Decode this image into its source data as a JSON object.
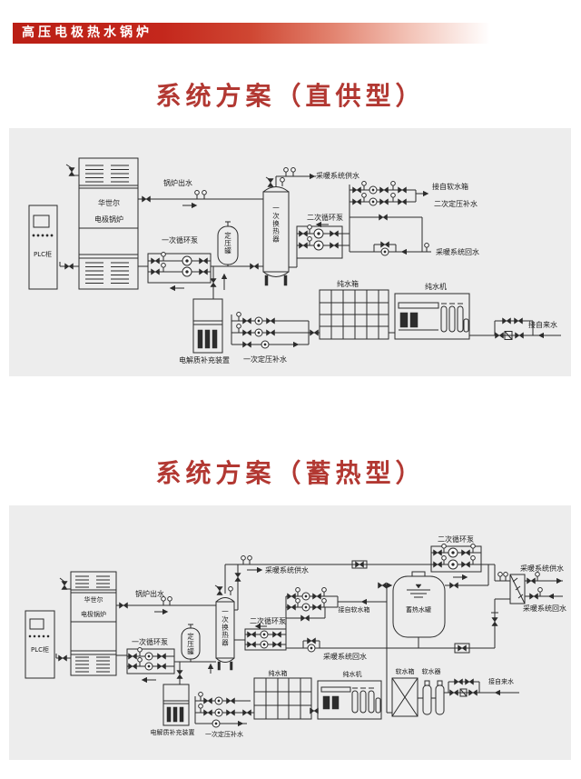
{
  "banner": {
    "title": "高压电极热水锅炉"
  },
  "direct": {
    "title": "系统方案（直供型）",
    "labels": {
      "plc": "PLC柜",
      "boiler1": "华世尔",
      "boiler2": "电极锅炉",
      "boiler_out": "锅炉出水",
      "pump_primary": "一次循环泵",
      "expansion_tank": "定压罐",
      "heat_exchanger": "一次换热器",
      "heating_supply": "采暖系统供水",
      "pump_secondary": "二次循环泵",
      "from_soft_tank": "接自软水箱",
      "makeup_secondary": "二次定压补水",
      "heating_return": "采暖系统回水",
      "electrolyte": "电解质补充装置",
      "makeup_primary": "一次定压补水",
      "pure_tank": "纯水箱",
      "pure_machine": "纯水机",
      "from_tap": "接自来水"
    }
  },
  "storage": {
    "title": "系统方案（蓄热型）",
    "labels": {
      "plc": "PLC柜",
      "boiler1": "华世尔",
      "boiler2": "电极锅炉",
      "boiler_out": "锅炉出水",
      "pump_primary": "一次循环泵",
      "expansion_tank": "定压罐",
      "heat_exchanger": "一次换热器",
      "heating_supply": "采暖系统供水",
      "pump_secondary": "二次循环泵",
      "pump_secondary_top": "二次循环泵",
      "from_soft_tank": "接自软水箱",
      "heating_return": "采暖系统回水",
      "storage_tank": "蓄热水罐",
      "heating_supply_right": "采暖系统供水",
      "heating_return_right": "采暖系统回水",
      "electrolyte": "电解质补充装置",
      "makeup_primary": "一次定压补水",
      "pure_tank": "纯水箱",
      "pure_machine": "纯水机",
      "soft_tank": "软水箱",
      "softener": "软水器",
      "from_tap": "接自来水"
    }
  }
}
